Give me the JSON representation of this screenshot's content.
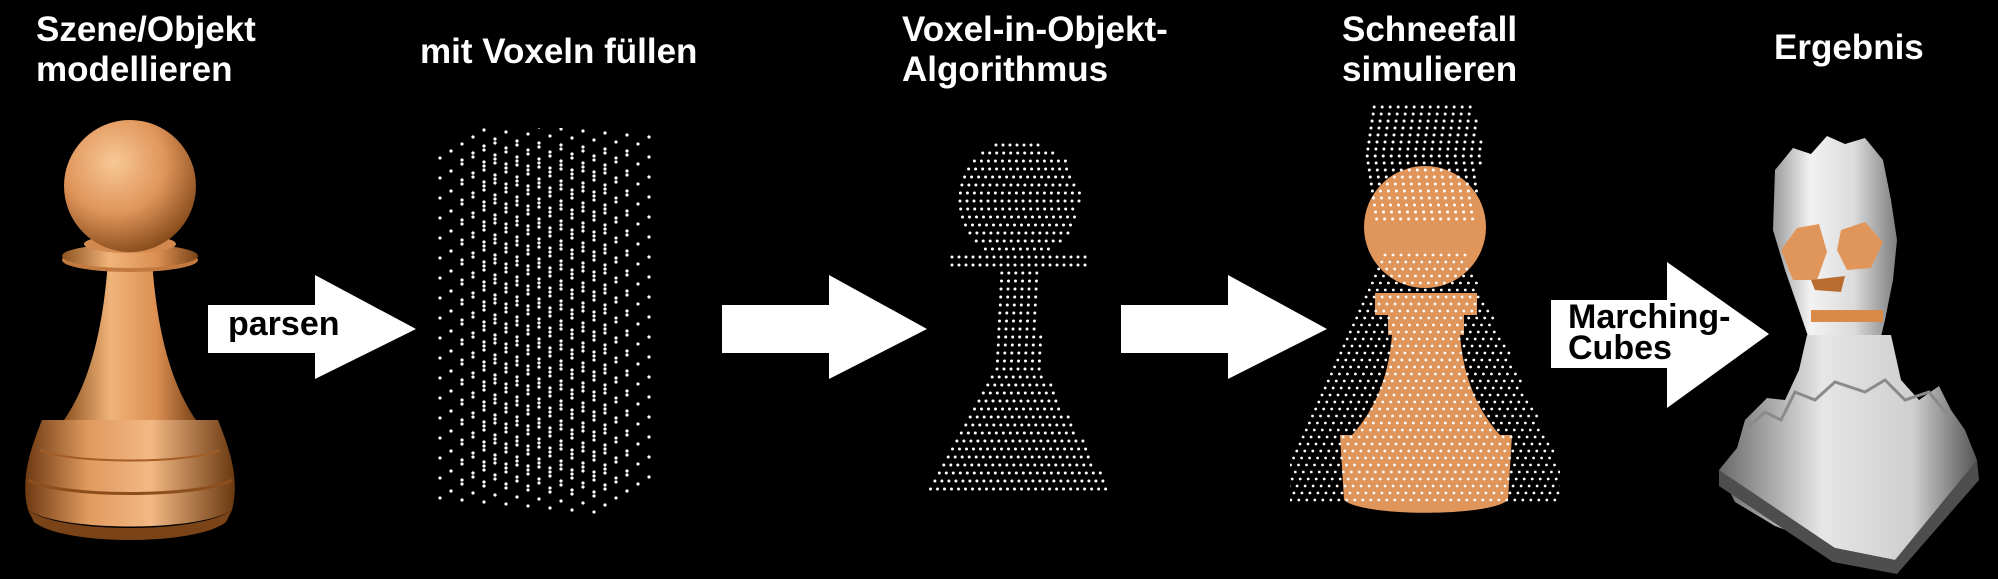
{
  "steps": [
    {
      "line1": "Szene/Objekt",
      "line2": "modellieren"
    },
    {
      "line1": "mit Voxeln füllen",
      "line2": ""
    },
    {
      "line1": "Voxel-in-Objekt-",
      "line2": "Algorithmus"
    },
    {
      "line1": "Schneefall",
      "line2": "simulieren"
    },
    {
      "line1": "Ergebnis",
      "line2": ""
    }
  ],
  "arrows": [
    {
      "line1": "parsen",
      "line2": ""
    },
    {
      "line1": "",
      "line2": ""
    },
    {
      "line1": "",
      "line2": ""
    },
    {
      "line1": "Marching-",
      "line2": "Cubes"
    }
  ],
  "colors": {
    "background": "#000000",
    "pawn": "#e0955a",
    "voxel": "#ffffff",
    "snow": "#e4e4e4",
    "arrow": "#ffffff"
  }
}
